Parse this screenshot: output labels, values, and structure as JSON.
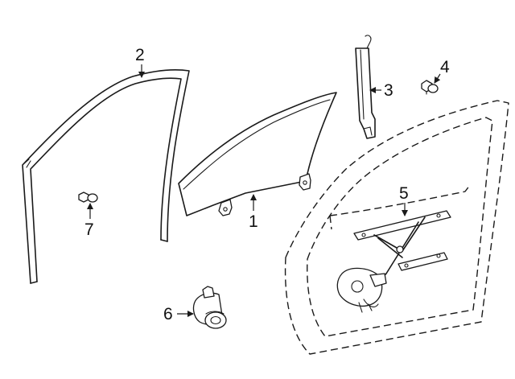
{
  "callouts": [
    {
      "id": "1",
      "part": "door-glass"
    },
    {
      "id": "2",
      "part": "glass-run-channel"
    },
    {
      "id": "3",
      "part": "rear-run-channel"
    },
    {
      "id": "4",
      "part": "bolt"
    },
    {
      "id": "5",
      "part": "window-regulator"
    },
    {
      "id": "6",
      "part": "regulator-motor"
    },
    {
      "id": "7",
      "part": "bolt-small"
    }
  ],
  "colors": {
    "line": "#1a1a1a",
    "background": "#ffffff"
  }
}
